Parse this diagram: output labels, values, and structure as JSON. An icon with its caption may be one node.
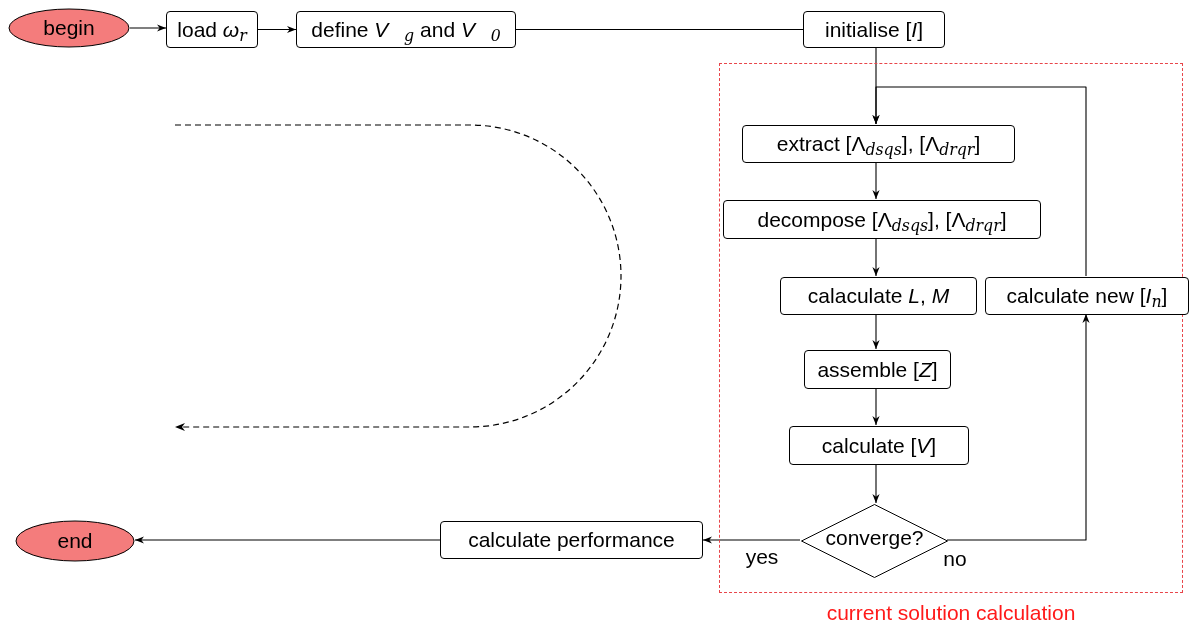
{
  "diagram": {
    "nodes": [
      {
        "text": [
          "begin"
        ]
      },
      {
        "text": [
          "load *ω*$_{r}$"
        ]
      },
      {
        "text": [
          "define *V⃗*$_{g}$ and *V⃗*$_{0}$"
        ]
      },
      {
        "text": [
          "initialise [*I*]"
        ]
      },
      {
        "text": [
          "current solution calculation"
        ]
      },
      {
        "text": [
          "extract [Λ$_{dsqs}$], [Λ$_{drqr}$]"
        ],
        "in": 4
      },
      {
        "text": [
          "decompose [Λ$_{dsqs}$], [Λ$_{drqr}$]"
        ],
        "in": 4
      },
      {
        "text": [
          "calaculate *L*, *M*"
        ],
        "in": 4
      },
      {
        "text": [
          "assemble [*Z*]"
        ],
        "in": 4
      },
      {
        "text": [
          "calculate [*V*]"
        ],
        "in": 4
      },
      {
        "text": [
          "converge?"
        ],
        "in": 4
      },
      {
        "text": [
          "calculate new [*I*$_{n}$]"
        ],
        "in": 4
      },
      {
        "text": [
          "calculate performance"
        ]
      },
      {
        "text": [
          "end"
        ]
      }
    ],
    "edges": [
      {
        "from": 0,
        "to": 1,
        "arrow": "to"
      },
      {
        "from": 1,
        "to": 2,
        "arrow": "to"
      },
      {
        "from": 2,
        "to": 3,
        "arrow": "none"
      },
      {
        "from": 3,
        "to": 5,
        "arrow": "to"
      },
      {
        "from": 5,
        "to": 6,
        "arrow": "to"
      },
      {
        "from": 6,
        "to": 7,
        "arrow": "to"
      },
      {
        "from": 7,
        "to": 8,
        "arrow": "to"
      },
      {
        "from": 8,
        "to": 9,
        "arrow": "to"
      },
      {
        "from": 9,
        "to": 10,
        "arrow": "to"
      },
      {
        "from": 10,
        "to": 12,
        "label": "yes",
        "arrow": "to"
      },
      {
        "from": 10,
        "to": 11,
        "label": "no",
        "arrow": "to"
      },
      {
        "from": 11,
        "to": 5,
        "arrow": "to"
      },
      {
        "from": 12,
        "to": 13,
        "arrow": "to"
      }
    ]
  }
}
